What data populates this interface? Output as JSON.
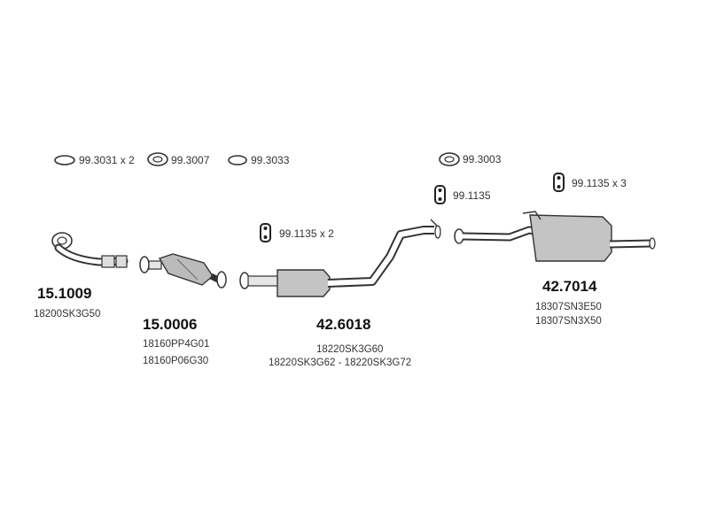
{
  "gaskets": [
    {
      "code": "99.3031",
      "qty": "x 2"
    },
    {
      "code": "99.3007"
    },
    {
      "code": "99.3033"
    },
    {
      "code": "99.3003"
    }
  ],
  "hangers": [
    {
      "code": "99.1135"
    },
    {
      "code": "99.1135",
      "qty": "x 2"
    },
    {
      "code": "99.1135",
      "qty": "x 3"
    }
  ],
  "parts": [
    {
      "number": "15.1009",
      "oem": [
        "18200SK3G50"
      ]
    },
    {
      "number": "15.0006",
      "oem": [
        "18160PP4G01",
        "18160P06G30"
      ]
    },
    {
      "number": "42.6018",
      "oem": [
        "18220SK3G60",
        "18220SK3G62 - 18220SK3G72"
      ]
    },
    {
      "number": "42.7014",
      "oem": [
        "18307SN3E50",
        "18307SN3X50"
      ]
    }
  ]
}
